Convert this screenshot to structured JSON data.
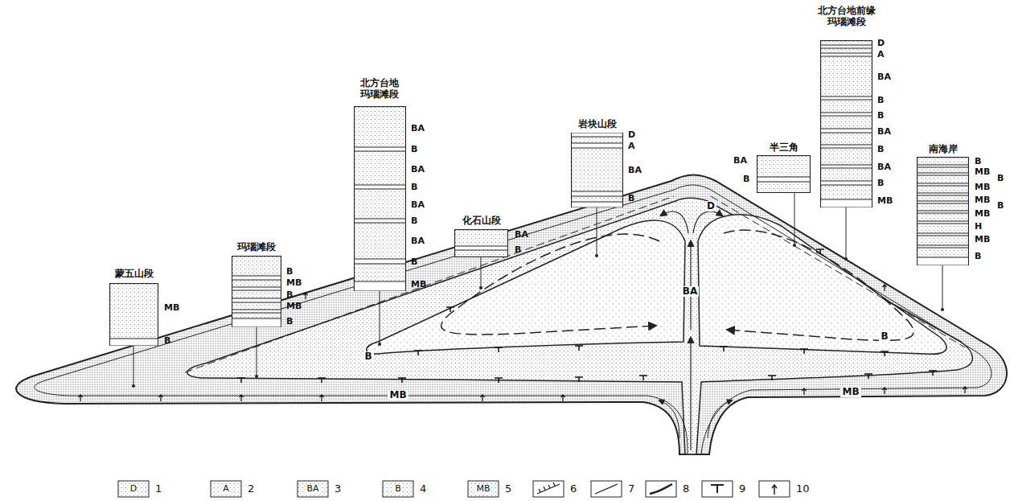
{
  "diagram": {
    "nodes": [
      {
        "text": [
          "蒙五山段",
          "MB",
          "B"
        ]
      },
      {
        "text": [
          "玛瑙滩段",
          "B",
          "MB",
          "B",
          "MB",
          "B"
        ]
      },
      {
        "text": [
          "北方台地 玛瑙滩段",
          "BA",
          "B",
          "BA",
          "B",
          "BA",
          "B",
          "BA",
          "B",
          "MB"
        ]
      },
      {
        "text": [
          "化石山段",
          "BA",
          "B"
        ]
      },
      {
        "text": [
          "岩块山段",
          "D",
          "A",
          "BA",
          "B"
        ]
      },
      {
        "text": [
          "半三角",
          "BA",
          "B"
        ]
      },
      {
        "text": [
          "北方台地前缘 玛瑙滩段",
          "D",
          "A",
          "BA",
          "B",
          "B",
          "BA",
          "B",
          "BA",
          "B",
          "MB"
        ]
      },
      {
        "text": [
          "南海岸",
          "B",
          "MB",
          "B",
          "MB",
          "MB",
          "B",
          "MB",
          "H",
          "MB",
          "B"
        ]
      }
    ],
    "labels": [
      "D",
      "BA",
      "B",
      "B",
      "MB",
      "MB",
      "D",
      "A",
      "BA",
      "B",
      "MB"
    ],
    "legend": [
      {
        "text": "1"
      },
      {
        "text": "2"
      },
      {
        "text": "3"
      },
      {
        "text": "4"
      },
      {
        "text": "5"
      },
      {
        "text": "6"
      },
      {
        "text": "7"
      },
      {
        "text": "8"
      },
      {
        "text": "9"
      },
      {
        "text": "10"
      }
    ]
  }
}
